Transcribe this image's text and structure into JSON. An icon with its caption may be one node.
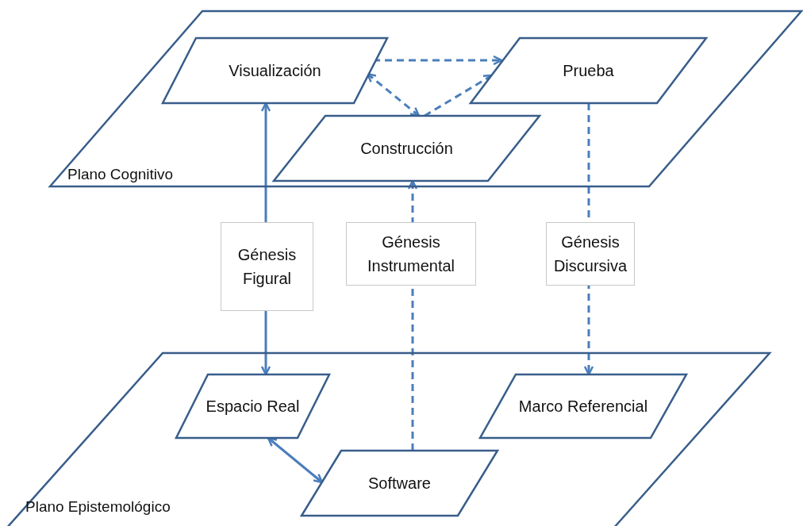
{
  "diagram": {
    "nodes": [
      {
        "text": [
          "Plano Cognitivo"
        ]
      },
      {
        "text": [
          "Visualización"
        ],
        "in": 0
      },
      {
        "text": [
          "Prueba"
        ],
        "in": 0
      },
      {
        "text": [
          "Construcción"
        ],
        "in": 0
      },
      {
        "text": [
          "Plano Epistemológico"
        ]
      },
      {
        "text": [
          "Espacio Real"
        ],
        "in": 4
      },
      {
        "text": [
          "Marco Referencial"
        ],
        "in": 4
      },
      {
        "text": [
          "Software"
        ],
        "in": 4
      }
    ],
    "edges": [
      {
        "from": 1,
        "to": 2,
        "arrow": "to",
        "style": "dashed"
      },
      {
        "from": 1,
        "to": 3,
        "arrow": "both",
        "style": "dashed"
      },
      {
        "from": 3,
        "to": 2,
        "arrow": "to",
        "style": "dashed"
      },
      {
        "from": 1,
        "to": 5,
        "arrow": "both",
        "label": "Génesis Figural"
      },
      {
        "from": 7,
        "to": 3,
        "arrow": "to",
        "style": "dashed",
        "label": "Génesis Instrumental"
      },
      {
        "from": 2,
        "to": 6,
        "arrow": "to",
        "style": "dashed",
        "label": "Génesis Discursiva"
      },
      {
        "from": 5,
        "to": 7,
        "arrow": "both"
      }
    ]
  }
}
